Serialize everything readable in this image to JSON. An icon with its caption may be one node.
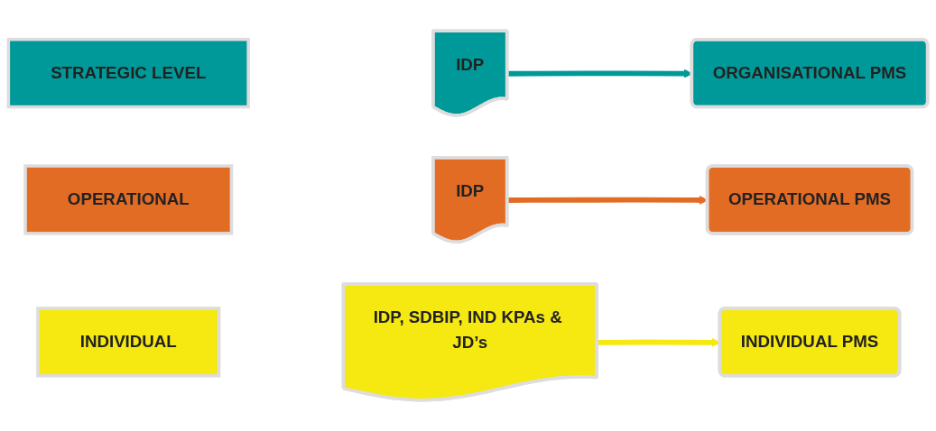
{
  "diagram": {
    "nodes": [
      {
        "text": [
          "STRATEGIC LEVEL"
        ]
      },
      {
        "text": [
          "IDP"
        ]
      },
      {
        "text": [
          "ORGANISATIONAL PMS"
        ]
      },
      {
        "text": [
          "OPERATIONAL"
        ]
      },
      {
        "text": [
          "IDP"
        ]
      },
      {
        "text": [
          "OPERATIONAL PMS"
        ]
      },
      {
        "text": [
          "INDIVIDUAL"
        ]
      },
      {
        "text": [
          "IDP, SDBIP, IND KPAs & JD’s"
        ]
      },
      {
        "text": [
          "INDIVIDUAL PMS"
        ]
      }
    ],
    "edges": [
      {
        "from": 1,
        "to": 2,
        "arrow": "to",
        "color": "#009999"
      },
      {
        "from": 4,
        "to": 5,
        "arrow": "to",
        "color": "#e36c25"
      },
      {
        "from": 7,
        "to": 8,
        "arrow": "to",
        "color": "#f5e911"
      }
    ]
  }
}
